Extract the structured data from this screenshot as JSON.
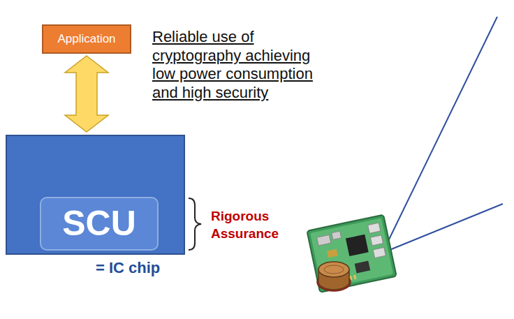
{
  "diagram": {
    "nodes": [
      {
        "text": [
          "Application"
        ]
      },
      {
        "text": [
          "= IC chip"
        ]
      },
      {
        "text": [
          "SCU"
        ],
        "in": 1
      }
    ],
    "edges": [
      {
        "from": 0,
        "to": 1,
        "arrow": "both"
      }
    ],
    "labels": [
      "Reliable use of cryptography achieving low power consumption and high security",
      "Rigorous Assurance"
    ]
  }
}
